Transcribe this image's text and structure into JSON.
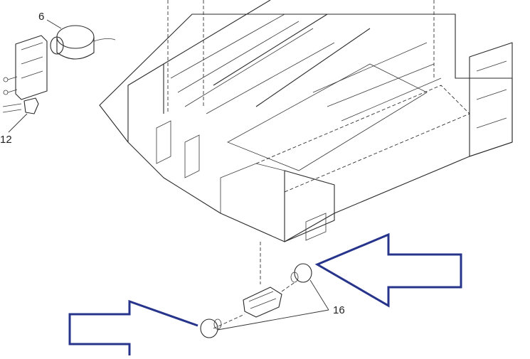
{
  "callouts": {
    "motor": "6",
    "bracket": "12",
    "rollers": "16"
  },
  "colors": {
    "arrow_stroke": "#27348b",
    "line_art": "#2a2a2a"
  }
}
